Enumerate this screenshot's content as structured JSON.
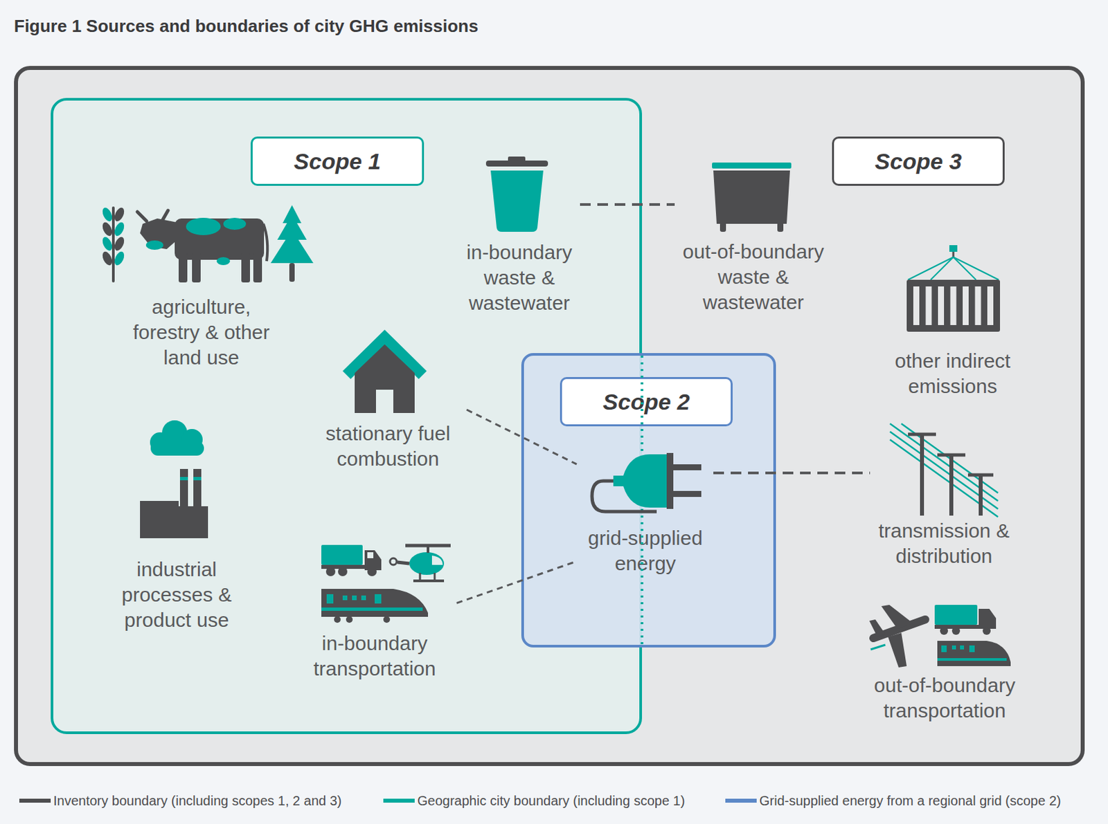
{
  "diagram": {
    "title": "Figure 1 Sources and boundaries of city GHG emissions",
    "nodes": [
      {
        "text": [
          "Scope 3"
        ]
      },
      {
        "text": [
          "Scope 1"
        ],
        "in": 0
      },
      {
        "text": [
          "Scope 2"
        ],
        "in": 0
      },
      {
        "text": [
          "agriculture, forestry & other land use"
        ],
        "in": 1
      },
      {
        "text": [
          "in-boundary waste & wastewater"
        ],
        "in": 1
      },
      {
        "text": [
          "stationary fuel combustion"
        ],
        "in": 1
      },
      {
        "text": [
          "industrial processes & product use"
        ],
        "in": 1
      },
      {
        "text": [
          "in-boundary transportation"
        ],
        "in": 1
      },
      {
        "text": [
          "grid-supplied energy"
        ],
        "in": 2
      },
      {
        "text": [
          "out-of-boundary waste & wastewater"
        ],
        "in": 0
      },
      {
        "text": [
          "other indirect emissions"
        ],
        "in": 0
      },
      {
        "text": [
          "transmission & distribution"
        ],
        "in": 0
      },
      {
        "text": [
          "out-of-boundary transportation"
        ],
        "in": 0
      }
    ],
    "edges": [
      {
        "from": 4,
        "to": 9,
        "arrow": "none"
      },
      {
        "from": 5,
        "to": 8,
        "arrow": "none"
      },
      {
        "from": 7,
        "to": 8,
        "arrow": "none"
      },
      {
        "from": 8,
        "to": 11,
        "arrow": "none"
      }
    ],
    "legend": [
      {
        "text": "Inventory boundary (including scopes 1, 2 and 3)",
        "color": "#4d4d4f"
      },
      {
        "text": "Geographic city boundary (including scope 1)",
        "color": "#00a99d"
      },
      {
        "text": "Grid-supplied energy from a regional grid (scope 2)",
        "color": "#5b87c7"
      }
    ]
  }
}
